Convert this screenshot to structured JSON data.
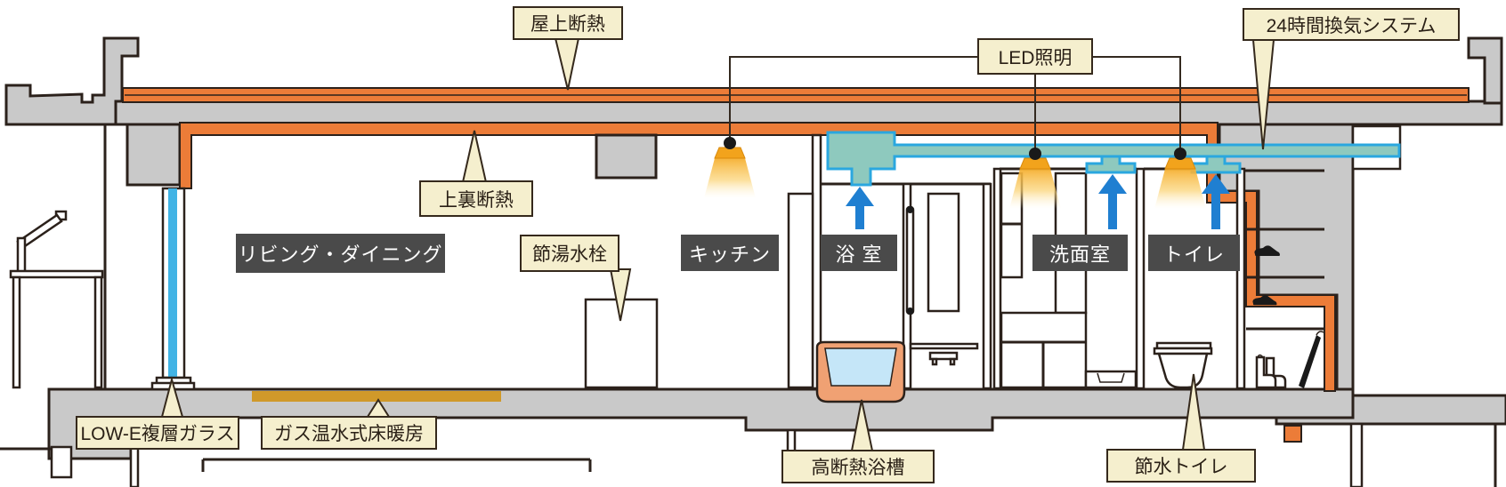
{
  "diagram_type": "apartment-unit-cross-section-eco-features",
  "callouts": {
    "rooftop_insulation": "屋上断熱",
    "led_lighting": "LED照明",
    "ventilation_24h": "24時間換気システム",
    "ceiling_insulation": "上裏断熱",
    "water_saving_faucet": "節湯水栓",
    "low_e_glass": "LOW-E複層ガラス",
    "gas_floor_heating": "ガス温水式床暖房",
    "insulated_bathtub": "高断熱浴槽",
    "water_saving_toilet": "節水トイレ"
  },
  "rooms": {
    "living_dining": "リビング・ダイニング",
    "kitchen": "キッチン",
    "bathroom": "浴 室",
    "washroom": "洗面室",
    "toilet_room": "トイレ"
  },
  "icons": {
    "led-light-icon": "pendant dot with amber light cone",
    "airflow-arrow-icon": "blue upward arrow",
    "ventilation-duct-icon": "teal duct run with branch outlets",
    "window-glass-icon": "blue double-glazing pane",
    "bathtub-icon": "insulated tub with water",
    "toilet-icon": "toilet outline",
    "sneaker-icon": "shoe silhouette on shelf",
    "boots-icon": "pair of boots outline",
    "umbrella-icon": "leaning closed umbrella",
    "balcony-railing-icon": "balcony railing outline"
  },
  "colors": {
    "insulation_orange": "#EC7C38",
    "duct_teal": "#8EC9BE",
    "duct_border_blue": "#2AA7DF",
    "airflow_blue": "#1F7FD1",
    "floor_heating_ochre": "#D0992A",
    "glass_blue": "#41B3E5",
    "bathtub_shell": "#F0A173",
    "bath_water": "#C5E6F8",
    "label_cream": "#F5EFCE",
    "badge_gray": "#4A4A4A",
    "concrete_gray": "#C9C9C9",
    "outline_dark": "#2B211B",
    "light_amber": "#F2A31C"
  }
}
